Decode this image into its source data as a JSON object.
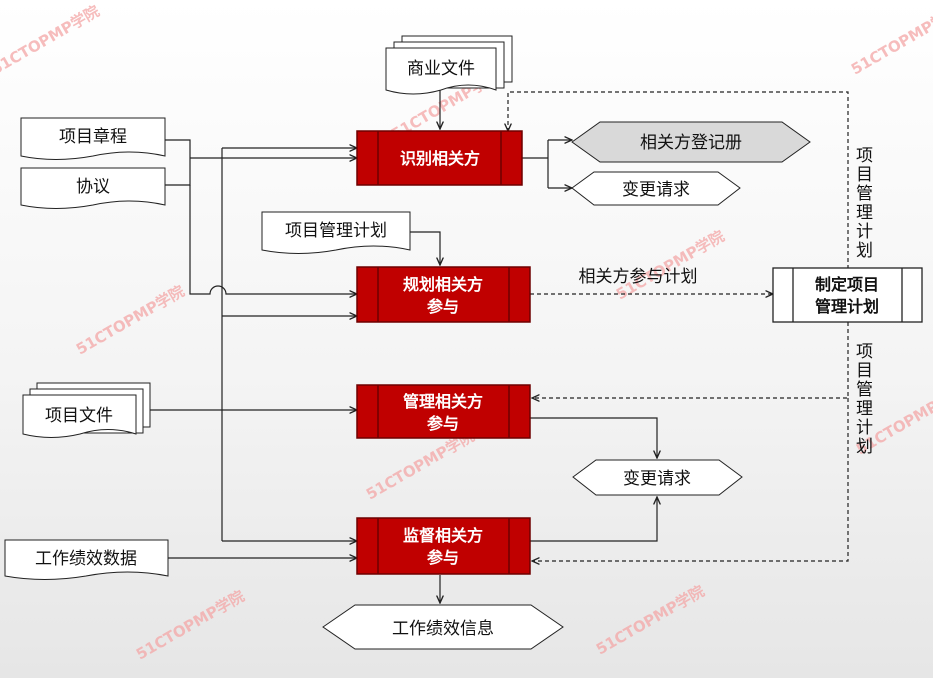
{
  "documents": {
    "business_docs": "商业文件",
    "charter": "项目章程",
    "agreements": "协议",
    "pm_plan": "项目管理计划",
    "project_docs": "项目文件",
    "work_perf_data": "工作绩效数据"
  },
  "processes": {
    "identify": [
      "识别相关方"
    ],
    "plan": [
      "规划相关方",
      "参与"
    ],
    "manage": [
      "管理相关方",
      "参与"
    ],
    "monitor": [
      "监督相关方",
      "参与"
    ]
  },
  "outputs": {
    "register": "相关方登记册",
    "change_request_1": "变更请求",
    "change_request_2": "变更请求",
    "work_perf_info": "工作绩效信息"
  },
  "develop_plan": [
    "制定项目",
    "管理计划"
  ],
  "edge_labels": {
    "engagement_plan": "相关方参与计划",
    "pm_plan_vertical_1": "项目管理计划",
    "pm_plan_vertical_2": "项目管理计划"
  },
  "watermark": "51CTOPMP学院",
  "colors": {
    "process_fill": "#c00000",
    "process_border": "#6e0000",
    "register_fill": "#d9d9d9",
    "watermark": "#f4a7a7"
  }
}
